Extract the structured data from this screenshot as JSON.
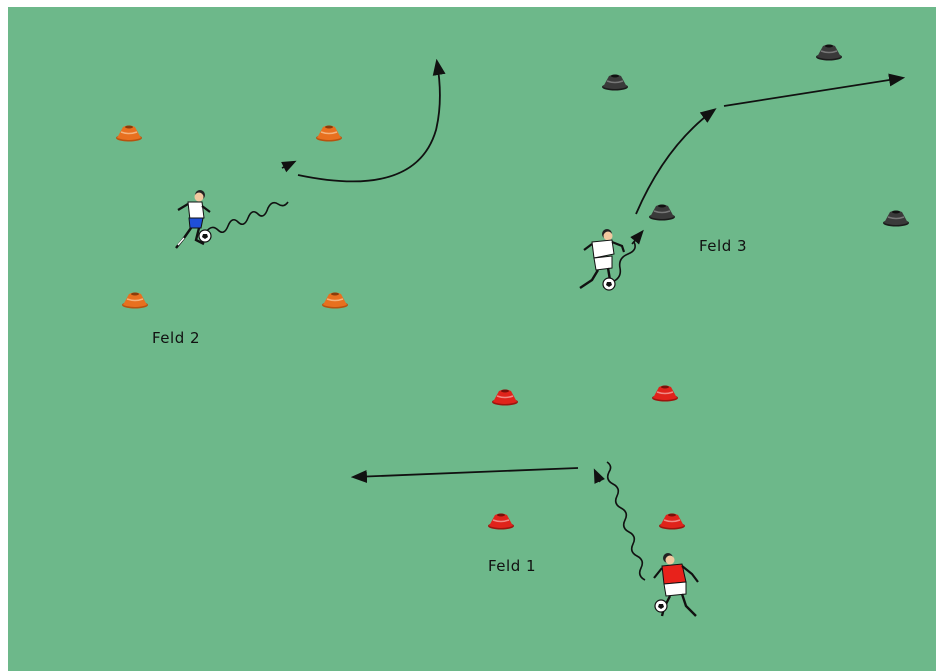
{
  "colors": {
    "pitch": "#6db88a",
    "cone_orange": "#e8701f",
    "cone_black": "#2f2f2f",
    "cone_red": "#e0231b",
    "arrow": "#111111",
    "jersey_red": "#e8221b",
    "shorts_blue": "#1f4fd8"
  },
  "fields": [
    {
      "label": "Feld 2",
      "cone_color": "orange"
    },
    {
      "label": "Feld 3",
      "cone_color": "black"
    },
    {
      "label": "Feld 1",
      "cone_color": "red"
    }
  ],
  "icons": {
    "cone": "training-cone",
    "player": "soccer-player-dribbling",
    "ball": "soccer-ball",
    "dribble_path": "wavy-line",
    "pass_path": "arrow"
  }
}
